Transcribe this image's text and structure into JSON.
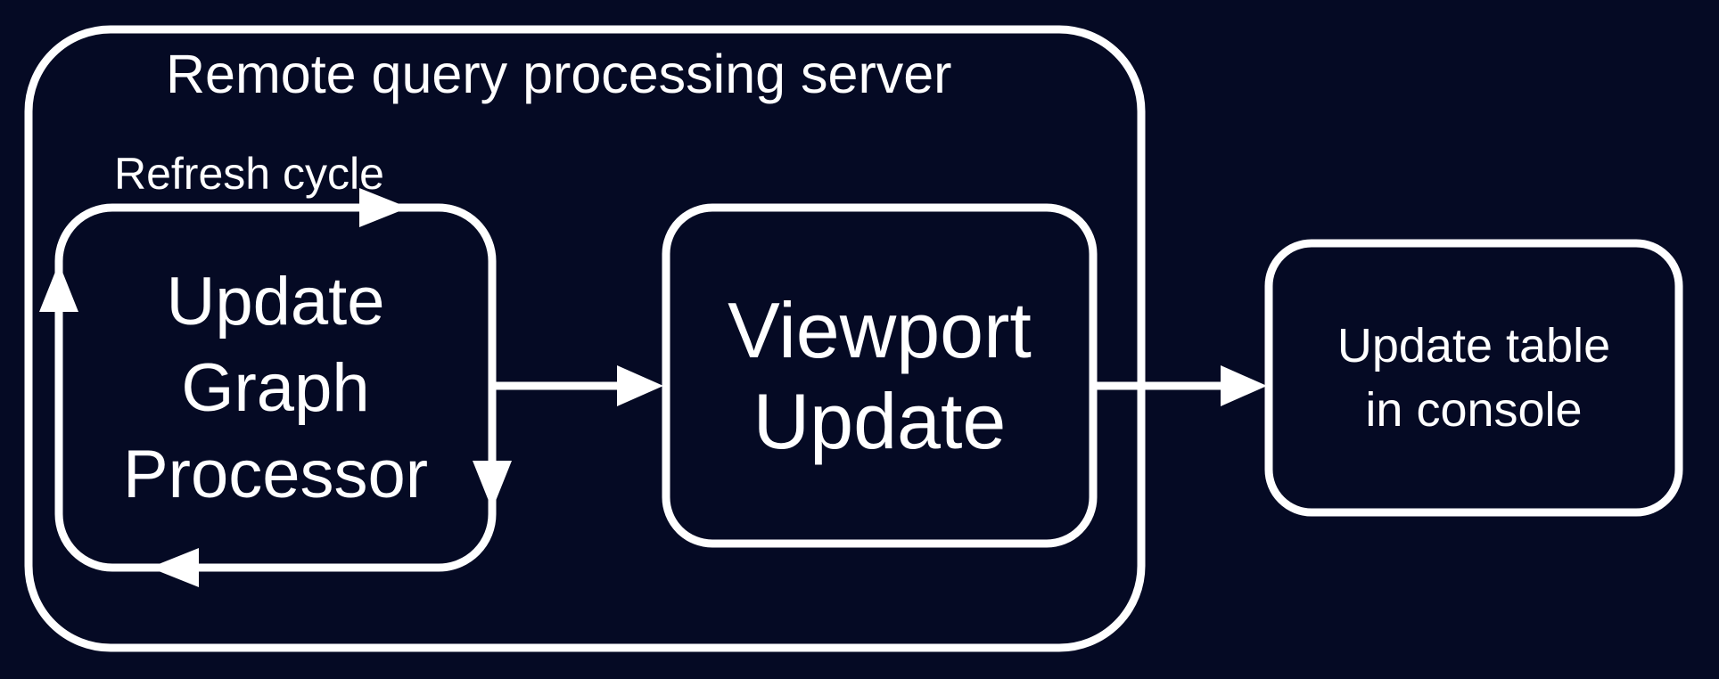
{
  "colors": {
    "bg": "#050a24",
    "line": "#ffffff",
    "text": "#ffffff"
  },
  "diagram": {
    "container": {
      "id": "remote-query-processing-server",
      "label": "Remote query processing server",
      "contains": [
        "update-graph-processor",
        "viewport-update"
      ]
    },
    "nodes": [
      {
        "id": "update-graph-processor",
        "label": "Update\nGraph\nProcessor"
      },
      {
        "id": "viewport-update",
        "label": "Viewport\nUpdate"
      },
      {
        "id": "update-table-in-console",
        "label": "Update table\nin console"
      }
    ],
    "edges": [
      {
        "from": "update-graph-processor",
        "to": "update-graph-processor",
        "label": "Refresh cycle",
        "type": "self-loop"
      },
      {
        "from": "update-graph-processor",
        "to": "viewport-update",
        "label": "",
        "type": "arrow"
      },
      {
        "from": "viewport-update",
        "to": "update-table-in-console",
        "label": "",
        "type": "arrow"
      }
    ]
  }
}
